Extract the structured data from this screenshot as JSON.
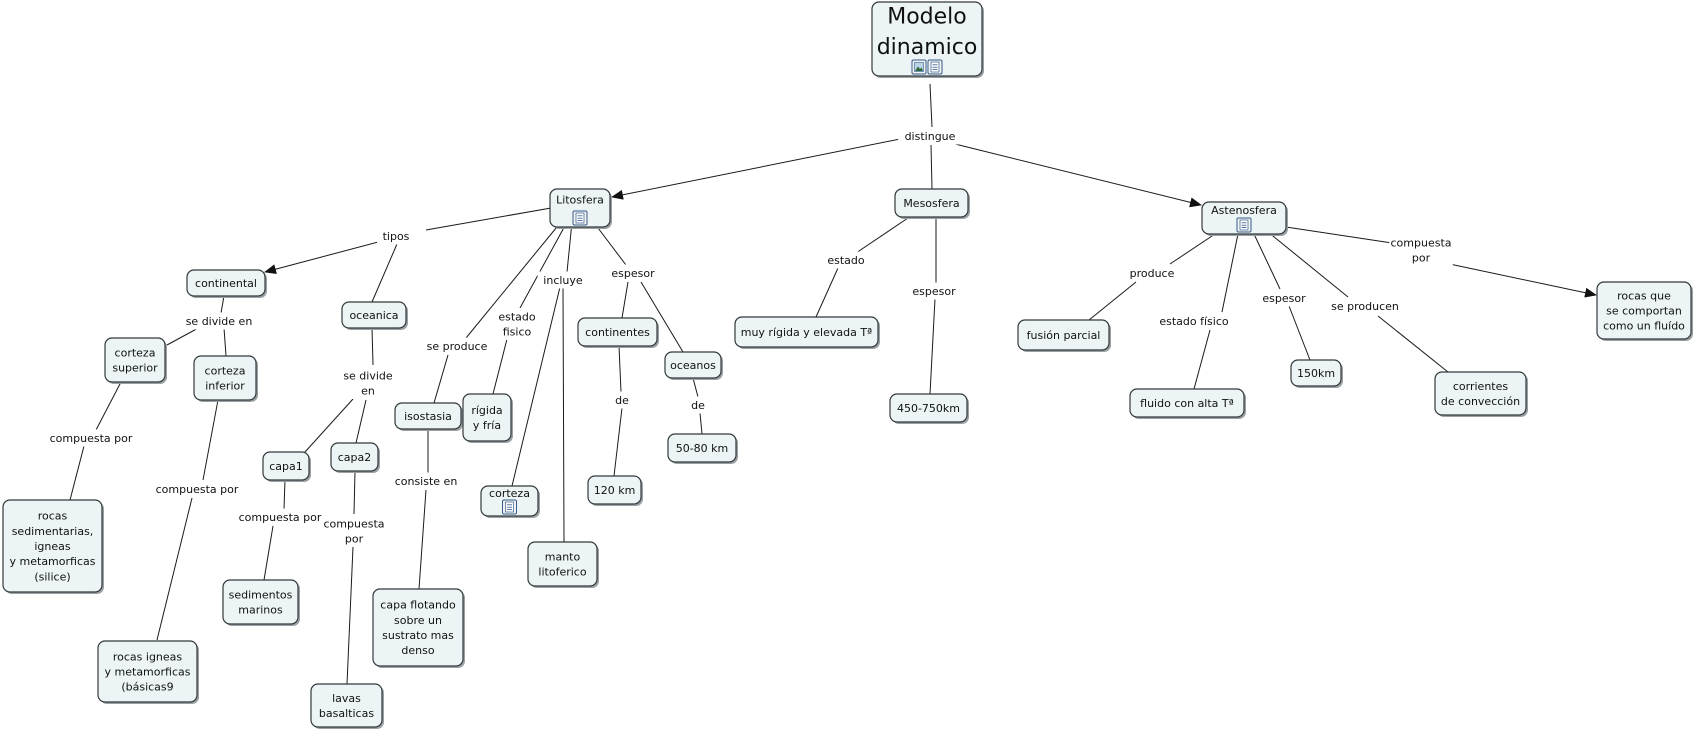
{
  "concepts": {
    "modelo": "Modelo\ndinamico",
    "litosfera": "Litosfera",
    "mesosfera": "Mesosfera",
    "astenosfera": "Astenosfera",
    "continental": "continental",
    "oceanica": "oceanica",
    "corteza_superior": "corteza\nsuperior",
    "corteza_inferior": "corteza\ninferior",
    "rocas_sedimentarias": "rocas\nsedimentarias,\nigneas\ny metamorficas\n(silice)",
    "rocas_igneas": "rocas igneas\ny metamorficas\n(básicas9",
    "capa1": "capa1",
    "capa2": "capa2",
    "sedimentos": "sedimentos\nmarinos",
    "lavas": "lavas\nbasalticas",
    "isostasia": "isostasia",
    "capa_flotando": "capa flotando\nsobre un\nsustrato mas\ndenso",
    "rigida_fria": "rígida\ny fría",
    "corteza": "corteza",
    "manto": "manto\nlitoferico",
    "continentes": "continentes",
    "oceanos": "oceanos",
    "km120": "120 km",
    "km5080": "50-80 km",
    "muy_rigida": "muy rígida y elevada Tª",
    "km450": "450-750km",
    "fusion": "fusión parcial",
    "fluido": "fluido con alta Tª",
    "km150": "150km",
    "corrientes": "corrientes\nde convección",
    "rocas_fluido": "rocas que\nse comportan\ncomo un fluído"
  },
  "links": {
    "distingue": "distingue",
    "tipos": "tipos",
    "se_divide_en_1": "se divide en",
    "compuesta_por_1": "compuesta por",
    "compuesta_por_2": "compuesta por",
    "se_divide_en_2": "se divide\nen",
    "compuesta_por_3": "compuesta por",
    "compuesta_por_4": "compuesta\npor",
    "se_produce": "se produce",
    "consiste_en": "consiste en",
    "estado_fisico_1": "estado\nfisico",
    "incluye": "incluye",
    "espesor_1": "espesor",
    "de_1": "de",
    "de_2": "de",
    "estado": "estado",
    "espesor_2": "espesor",
    "produce": "produce",
    "estado_fisico_2": "estado físico",
    "espesor_3": "espesor",
    "se_producen": "se producen",
    "compuesta_por_5": "compuesta\npor"
  },
  "icons": [
    "image-resource-icon",
    "document-resource-icon"
  ]
}
